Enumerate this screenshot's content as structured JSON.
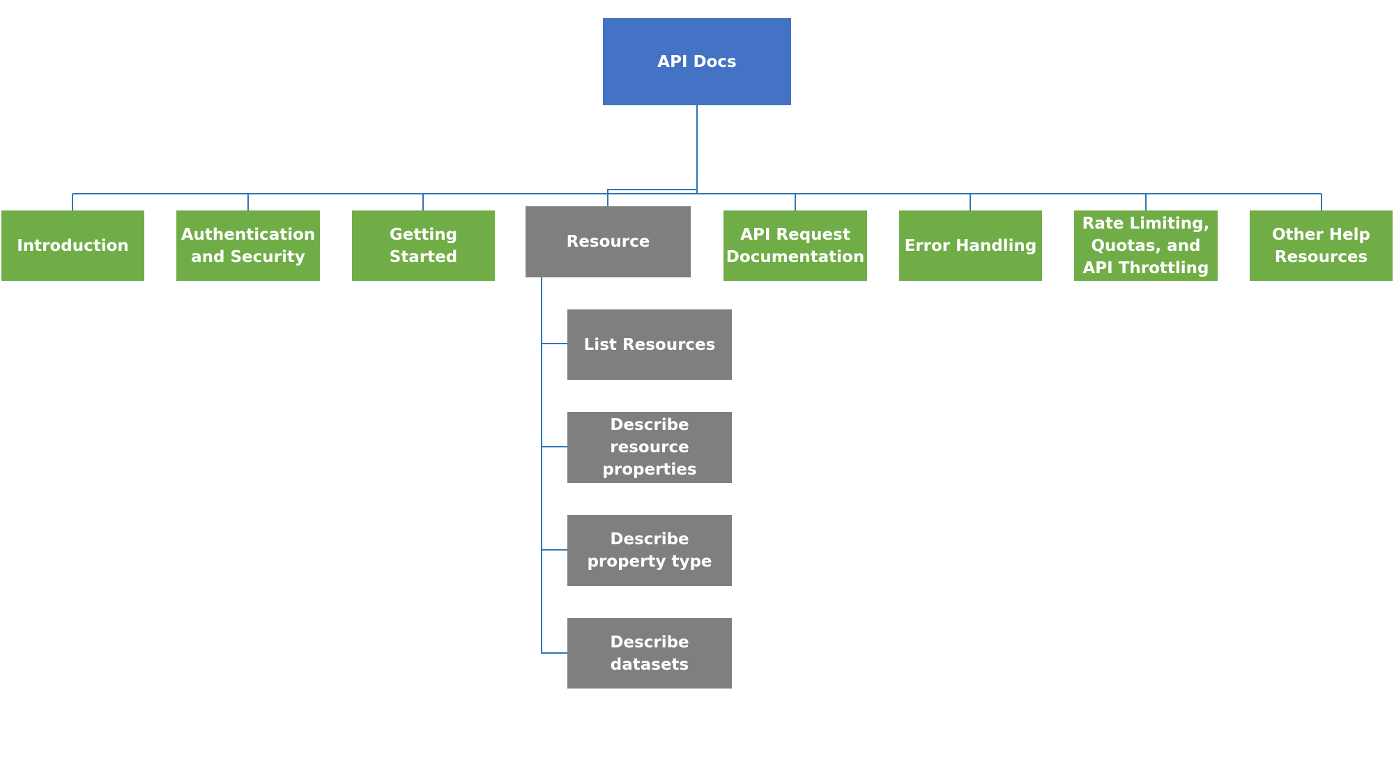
{
  "root": {
    "label": "API Docs",
    "color": "#4472C4"
  },
  "sections": [
    {
      "label": "Introduction"
    },
    {
      "label": "Authentication and Security"
    },
    {
      "label": "Getting Started"
    },
    {
      "label": "Resource"
    },
    {
      "label": "API Request Documentation"
    },
    {
      "label": "Error Handling"
    },
    {
      "label": "Rate Limiting, Quotas, and API Throttling"
    },
    {
      "label": "Other Help Resources"
    }
  ],
  "resource_children": [
    {
      "label": "List Resources"
    },
    {
      "label": "Describe resource properties"
    },
    {
      "label": "Describe property type"
    },
    {
      "label": "Describe datasets"
    }
  ],
  "colors": {
    "section": "#70AD47",
    "resource": "#7F7F7F",
    "connector": "#2E75B6"
  }
}
